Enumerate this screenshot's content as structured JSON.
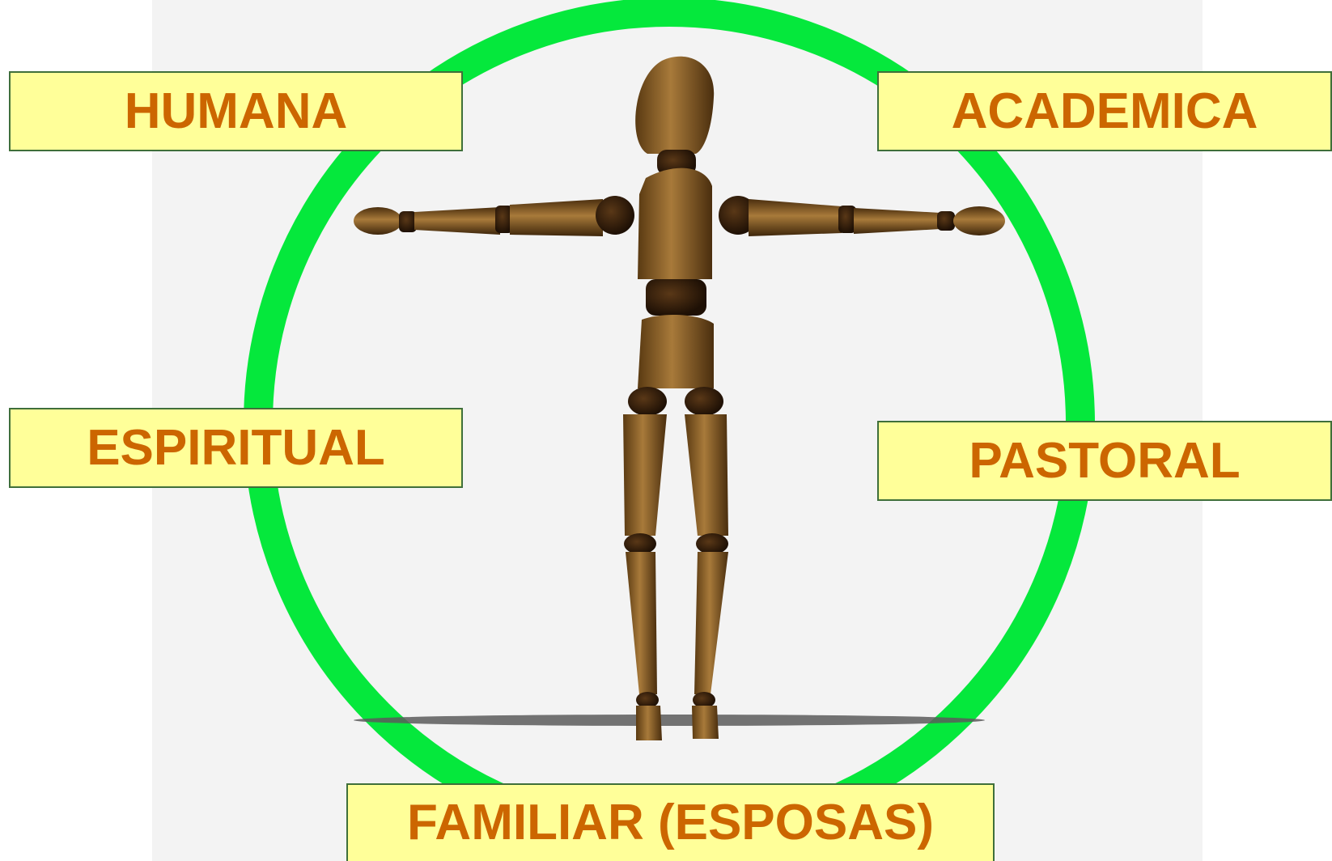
{
  "diagram": {
    "ring_color": "#05e83c",
    "label_background": "#ffff99",
    "label_text_color": "#cc6600",
    "figure_icon": "wooden-mannequin-icon",
    "labels": {
      "humana": "HUMANA",
      "academica": "ACADEMICA",
      "espiritual": "ESPIRITUAL",
      "pastoral": "PASTORAL",
      "familiar": "FAMILIAR (ESPOSAS)"
    }
  }
}
